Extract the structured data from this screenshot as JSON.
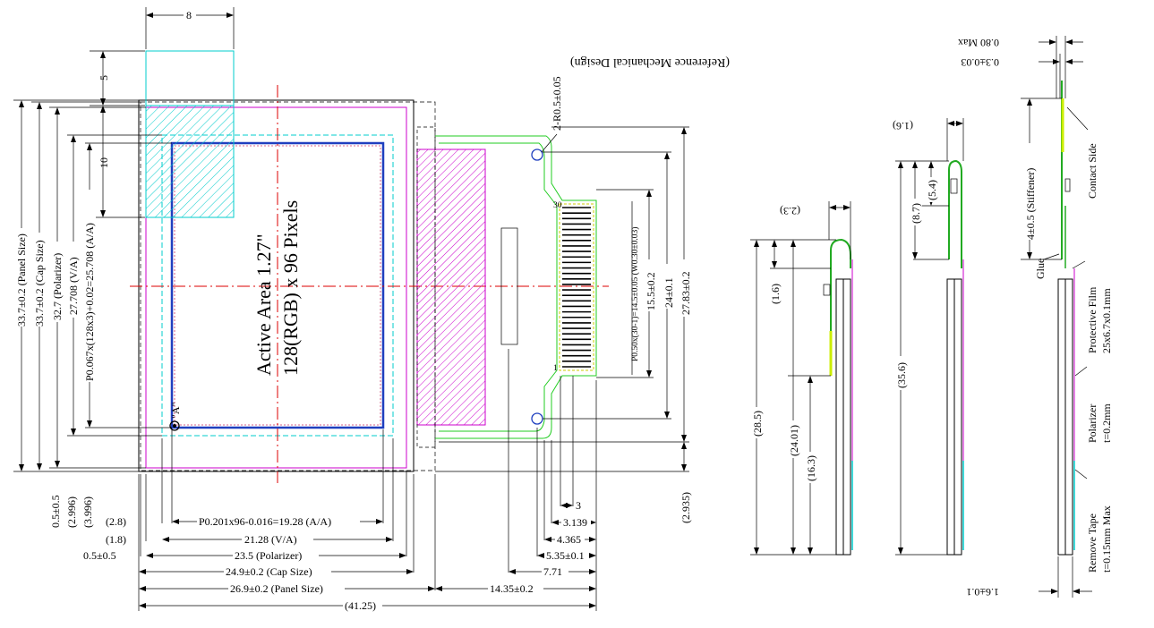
{
  "front": {
    "top_dim": "8",
    "left_dims": [
      "5",
      "10"
    ],
    "vertical_dims": [
      "33.7±0.2 (Panel Size)",
      "33.7±0.2 (Cap Size)",
      "32.7 (Polarizer)",
      "27.708 (V/A)",
      "P0.067x(128x3)+0.02=25.708 (A/A)"
    ],
    "left_bottom_dims": [
      "0.5±0.5",
      "(2.996)",
      "(3.996)"
    ],
    "active_line1": "Active Area 1.27\"",
    "active_line2": "128(RGB) x 96 Pixels",
    "point_label": "\"A\"",
    "bottom_dims": [
      {
        "left": "(2.8)",
        "mid": "P0.201x96-0.016=19.28 (A/A)"
      },
      {
        "left": "(1.8)",
        "mid": "21.28 (V/A)"
      },
      {
        "left": "0.5±0.5",
        "mid": "23.5 (Polarizer)"
      },
      {
        "left": "",
        "mid": "24.9±0.2 (Cap Size)"
      },
      {
        "left": "",
        "mid": "26.9±0.2 (Panel Size)"
      }
    ],
    "fpc_dim": "14.35±0.2",
    "total_dim": "(41.25)"
  },
  "fpc": {
    "hole_label": "2-R0.5±0.05",
    "pitch_label": "P0.50x(30-1)=14.5±0.05 (W0.30±0.03)",
    "pin_top": "30",
    "pin_bottom": "1",
    "right_dims": [
      "15.5±0.2",
      "24±0.1",
      "27.83±0.2"
    ],
    "right_bottom": "(2.935)",
    "bottom_dims": [
      "3",
      "3.139",
      "4.365",
      "5.35±0.1",
      "7.71"
    ]
  },
  "side": {
    "ref_title": "(Reference Mechanical Design)",
    "view1": [
      "(2.3)",
      "(1.6)",
      "(28.5)",
      "(24.01)",
      "(16.3)"
    ],
    "view2": [
      "(1.6)",
      "(5.4)",
      "(8.7)",
      "(35.6)"
    ],
    "view3": {
      "top1": "0.80 Max",
      "top2": "0.3±0.03",
      "stiffener": "4±0.5 (Stiffener)",
      "contact": "Contact Side",
      "glue": "Glue",
      "film1": "Protective Film",
      "film2": "25x6.7x0.1mm",
      "pol1": "Polarizer",
      "pol2": "t=0.2mm",
      "tape1": "Remove Tape",
      "tape2": "t=0.15mm Max",
      "bottom": "1.6±0.1"
    }
  }
}
